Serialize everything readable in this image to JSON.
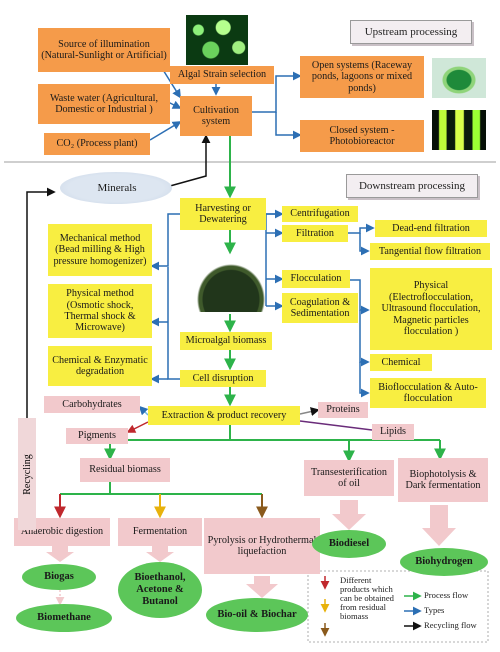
{
  "sections": {
    "upstream": "Upstream processing",
    "downstream": "Downstream processing"
  },
  "upstream": {
    "illumination": "Source of illumination (Natural-Sunlight or Artificial)",
    "wastewater": "Waste water (Agricultural, Domestic or Industrial )",
    "co2": "CO₂ (Process plant)",
    "strain": "Algal Strain selection",
    "cultivation": "Cultivation system",
    "open": "Open systems (Raceway ponds, lagoons or mixed ponds)",
    "closed": "Closed system - Photobioreactor"
  },
  "downstream": {
    "minerals": "Minerals",
    "harvesting": "Harvesting or Dewatering",
    "centrifugation": "Centrifugation",
    "filtration": "Filtration",
    "deadend": "Dead-end filtration",
    "tangential": "Tangential flow filtration",
    "flocculation": "Flocculation",
    "physical_floc": "Physical (Electroflocculation, Ultrasound flocculation, Magnetic particles flocculation )",
    "chemical": "Chemical",
    "bioflocculation": "Bioflocculation & Auto-flocculation",
    "coagulation": "Coagulation & Sedimentation",
    "mechanical": "Mechanical method (Bead milling & High pressure homogenizer)",
    "physical_method": "Physical method (Osmotic shock, Thermal shock & Microwave)",
    "enzymatic": "Chemical & Enzymatic degradation",
    "biomass": "Microalgal biomass",
    "disruption": "Cell disruption",
    "carbohydrates": "Carbohydrates",
    "extraction": "Extraction & product recovery",
    "proteins": "Proteins",
    "pigments": "Pigments",
    "lipids": "Lipids",
    "residual": "Residual biomass",
    "transesterification": "Transesterification of oil",
    "biophotolysis": "Biophotolysis & Dark fermentation",
    "anaerobic": "Anaerobic digestion",
    "fermentation": "Fermentation",
    "pyrolysis": "Pyrolysis or Hydrothermal liquefaction",
    "biogas": "Biogas",
    "biomethane": "Biomethane",
    "bioethanol": "Bioethanol, Acetone & Butanol",
    "biooil": "Bio-oil & Biochar",
    "biodiesel": "Biodiesel",
    "biohydrogen": "Biohydrogen",
    "recycling": "Recycling"
  },
  "legend": {
    "products": "Different products which can be obtained from residual biomass",
    "process_flow": "Process flow",
    "types": "Types",
    "recycling_flow": "Recycling flow"
  },
  "colors": {
    "orange": "#f59b4a",
    "yellow": "#f8ee41",
    "pink": "#f2c9cc",
    "green": "#5cc659",
    "flow_green": "#2db34a",
    "types_blue": "#2c6fb4",
    "recycle_black": "#111111"
  }
}
